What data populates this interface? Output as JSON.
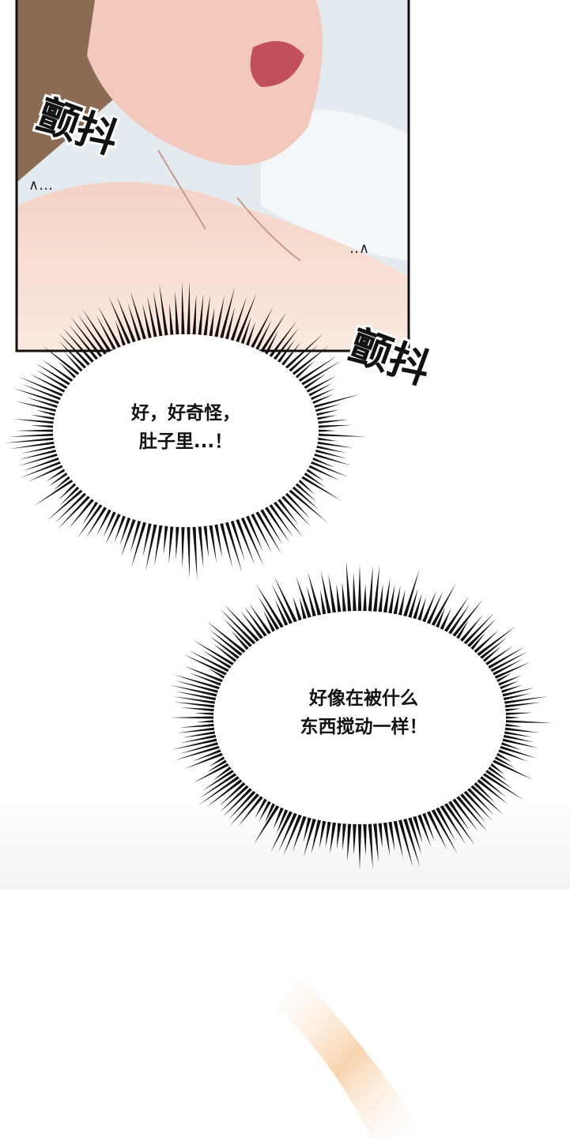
{
  "panel": {
    "sfx_top": "颤抖",
    "sfx_bottom": "颤抖",
    "small_marks_left": "∧…",
    "small_marks_right": "‥∧"
  },
  "bubbles": [
    {
      "lines": [
        "好，好奇怪，",
        "肚子里...！"
      ],
      "spikes": 150
    },
    {
      "lines": [
        "好像在被什么",
        "东西搅动一样！"
      ],
      "spikes": 180
    }
  ],
  "colors": {
    "skin": "#f6dcd0",
    "hair": "#8c6b55",
    "pillow": "#e6eef3",
    "glow": "#f7c89a"
  }
}
